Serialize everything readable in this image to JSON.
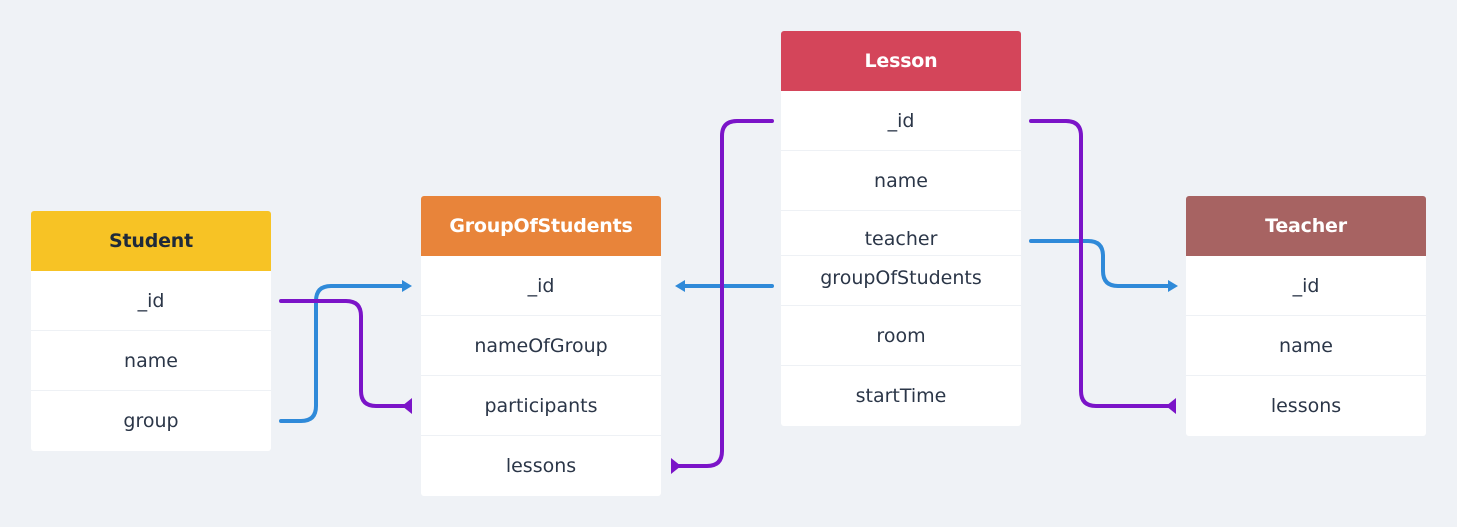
{
  "colors": {
    "background": "#eff2f6",
    "student_header": "#f7c325",
    "group_header": "#e8843a",
    "lesson_header": "#d4455a",
    "teacher_header": "#a76362",
    "blue_connector": "#2f8ad9",
    "purple_connector": "#7b14c8"
  },
  "entities": {
    "student": {
      "title": "Student",
      "fields": [
        "_id",
        "name",
        "group"
      ]
    },
    "group": {
      "title": "GroupOfStudents",
      "fields": [
        "_id",
        "nameOfGroup",
        "participants",
        "lessons"
      ]
    },
    "lesson": {
      "title": "Lesson",
      "fields": [
        "_id",
        "name",
        "teacher",
        "groupOfStudents",
        "room",
        "startTime"
      ]
    },
    "teacher": {
      "title": "Teacher",
      "fields": [
        "_id",
        "name",
        "lessons"
      ]
    }
  },
  "relations": [
    {
      "from": "Student.group",
      "to": "GroupOfStudents._id",
      "kind": "reference"
    },
    {
      "from": "Student._id",
      "to": "GroupOfStudents.participants",
      "kind": "collection"
    },
    {
      "from": "Lesson.groupOfStudents",
      "to": "GroupOfStudents._id",
      "kind": "reference"
    },
    {
      "from": "Lesson._id",
      "to": "GroupOfStudents.lessons",
      "kind": "collection"
    },
    {
      "from": "Lesson.teacher",
      "to": "Teacher._id",
      "kind": "reference"
    },
    {
      "from": "Lesson._id",
      "to": "Teacher.lessons",
      "kind": "collection"
    }
  ]
}
